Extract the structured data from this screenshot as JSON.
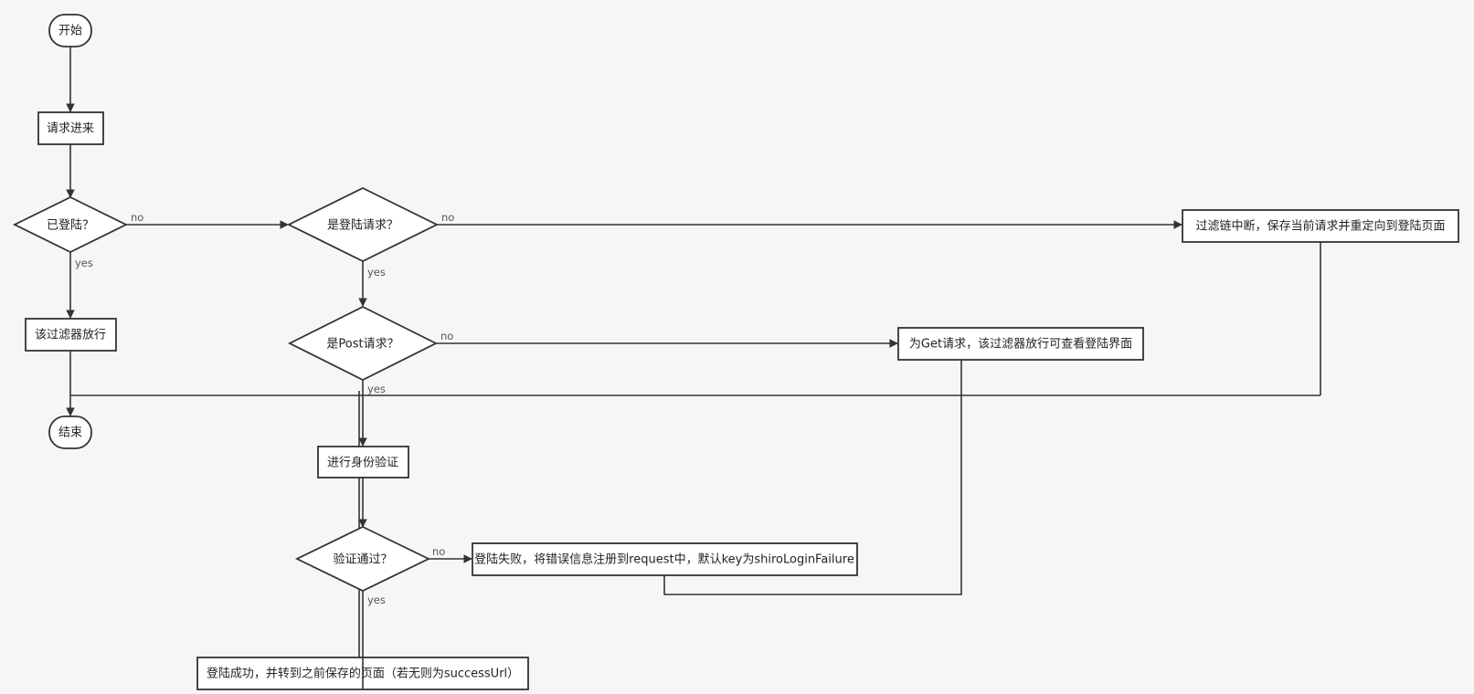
{
  "nodes": {
    "start": "开始",
    "request_in": "请求进来",
    "is_logged_in": "已登陆？",
    "filter_pass": "该过滤器放行",
    "end": "结束",
    "is_login_request": "是登陆请求？",
    "is_post_request": "是Post请求？",
    "interrupt_redirect": "过滤链中断，保存当前请求并重定向到登陆页面",
    "get_request_pass": "为Get请求，该过滤器放行可查看登陆界面",
    "authenticate": "进行身份验证",
    "auth_passed": "验证通过？",
    "login_failure": "登陆失败，将错误信息注册到request中，默认key为shiroLoginFailure",
    "login_success": "登陆成功，并转到之前保存的页面（若无则为successUrl）"
  },
  "edge_labels": {
    "logged_in_no": "no",
    "logged_in_yes": "yes",
    "login_request_no": "no",
    "login_request_yes": "yes",
    "post_no": "no",
    "post_yes": "yes",
    "auth_no": "no",
    "auth_yes": "yes"
  },
  "colors": {
    "background": "#f6f6f6",
    "stroke": "#333333",
    "node_fill": "#ffffff",
    "text": "#222222",
    "label": "#555555"
  }
}
